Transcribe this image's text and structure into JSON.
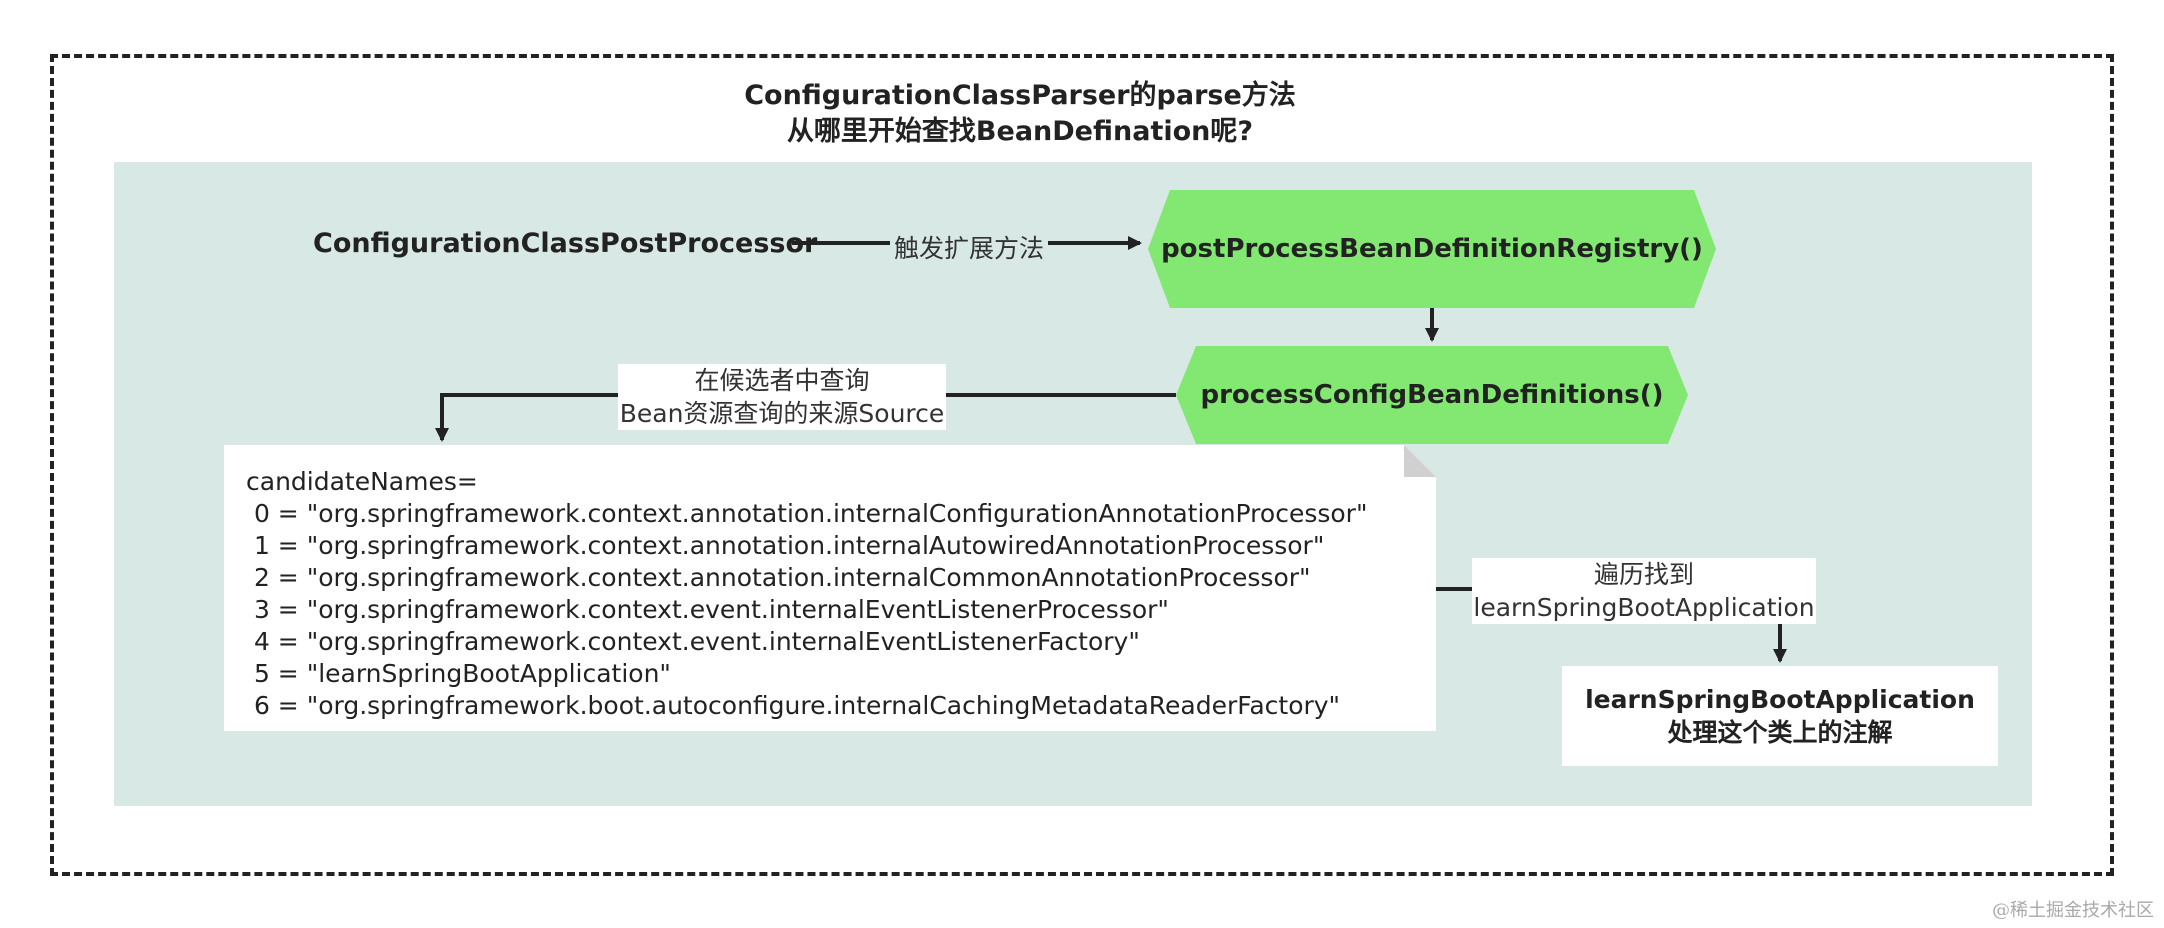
{
  "title": {
    "line1": "ConfigurationClassParser的parse方法",
    "line2": "从哪里开始查找BeanDefination呢?"
  },
  "nodes": {
    "source_label": "ConfigurationClassPostProcessor",
    "registry_method": "postProcessBeanDefinitionRegistry()",
    "process_method": "processConfigBeanDefinitions()",
    "result_line1": "learnSpringBootApplication",
    "result_line2": "处理这个类上的注解"
  },
  "edges": {
    "trigger_label": "触发扩展方法",
    "query_label_line1": "在候选者中查询",
    "query_label_line2": "Bean资源查询的来源Source",
    "iterate_label_line1": "遍历找到",
    "iterate_label_line2": "learnSpringBootApplication"
  },
  "note": {
    "header": "candidateNames=",
    "lines": [
      " 0 = \"org.springframework.context.annotation.internalConfigurationAnnotationProcessor\"",
      " 1 = \"org.springframework.context.annotation.internalAutowiredAnnotationProcessor\"",
      " 2 = \"org.springframework.context.annotation.internalCommonAnnotationProcessor\"",
      " 3 = \"org.springframework.context.event.internalEventListenerProcessor\"",
      " 4 = \"org.springframework.context.event.internalEventListenerFactory\"",
      " 5 = \"learnSpringBootApplication\"",
      " 6 = \"org.springframework.boot.autoconfigure.internalCachingMetadataReaderFactory\""
    ]
  },
  "watermark": "@稀土掘金技术社区",
  "colors": {
    "method_fill": "#83e872",
    "background_fill": "#d7e8e5",
    "stroke": "#222222"
  }
}
